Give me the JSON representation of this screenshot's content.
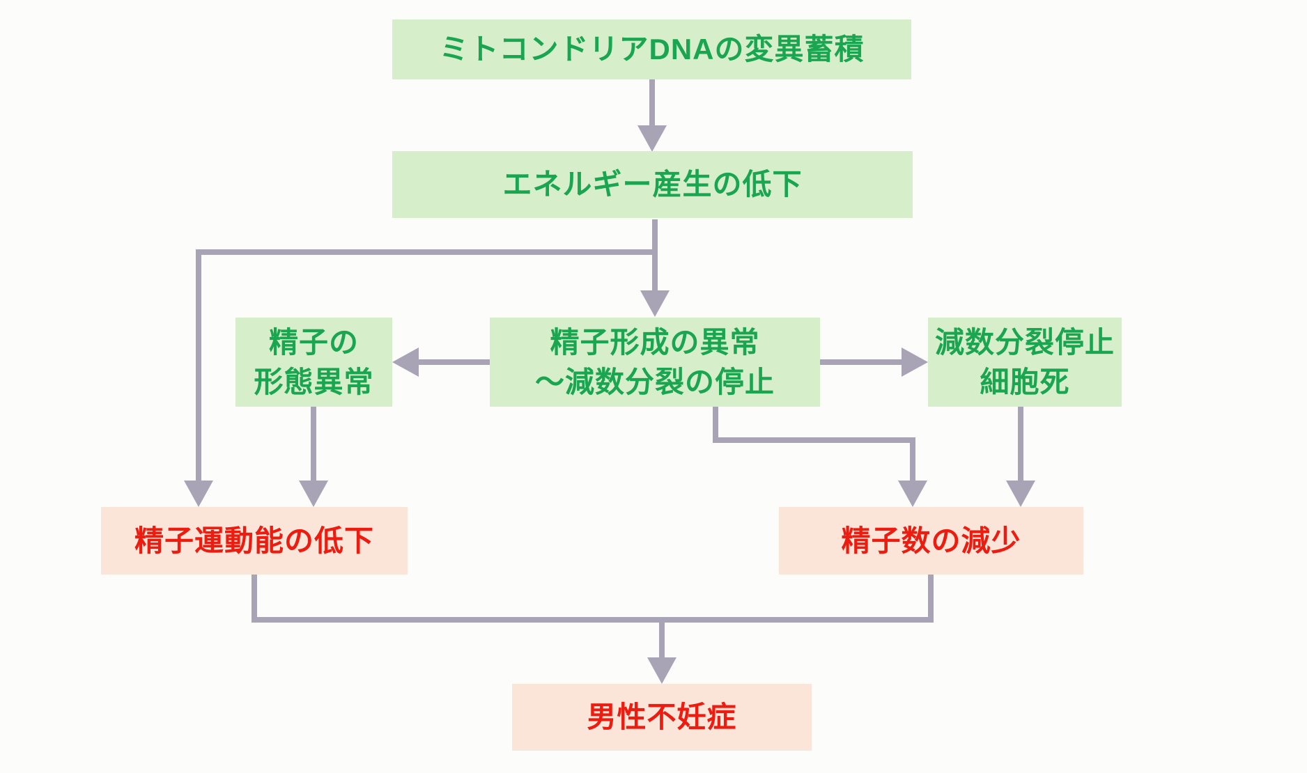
{
  "diagram": {
    "language": "ja",
    "nodes": [
      {
        "id": "mtdna-mutation",
        "kind": "cause",
        "lines": [
          "ミトコンドリアDNAの変異蓄積"
        ]
      },
      {
        "id": "energy-decline",
        "kind": "cause",
        "lines": [
          "エネルギー産生の低下"
        ]
      },
      {
        "id": "sperm-morphology-abnormality",
        "kind": "cause",
        "lines": [
          "精子の",
          "形態異常"
        ]
      },
      {
        "id": "spermatogenesis-abnormality",
        "kind": "cause",
        "lines": [
          "精子形成の異常",
          "～減数分裂の停止"
        ]
      },
      {
        "id": "meiosis-arrest-cell-death",
        "kind": "cause",
        "lines": [
          "減数分裂停止",
          "細胞死"
        ]
      },
      {
        "id": "sperm-motility-decline",
        "kind": "outcome",
        "lines": [
          "精子運動能の低下"
        ]
      },
      {
        "id": "sperm-count-decline",
        "kind": "outcome",
        "lines": [
          "精子数の減少"
        ]
      },
      {
        "id": "male-infertility",
        "kind": "outcome",
        "lines": [
          "男性不妊症"
        ]
      }
    ],
    "edges": [
      {
        "from": "mtdna-mutation",
        "to": "energy-decline"
      },
      {
        "from": "energy-decline",
        "to": "spermatogenesis-abnormality"
      },
      {
        "from": "energy-decline",
        "to": "sperm-motility-decline"
      },
      {
        "from": "spermatogenesis-abnormality",
        "to": "sperm-morphology-abnormality"
      },
      {
        "from": "spermatogenesis-abnormality",
        "to": "meiosis-arrest-cell-death"
      },
      {
        "from": "sperm-morphology-abnormality",
        "to": "sperm-motility-decline"
      },
      {
        "from": "spermatogenesis-abnormality",
        "to": "sperm-count-decline"
      },
      {
        "from": "meiosis-arrest-cell-death",
        "to": "sperm-count-decline"
      },
      {
        "from": "sperm-motility-decline",
        "to": "male-infertility"
      },
      {
        "from": "sperm-count-decline",
        "to": "male-infertility"
      }
    ],
    "colors": {
      "cause_bg": "#d7eecb",
      "cause_text": "#1aa550",
      "outcome_bg": "#fbe4d8",
      "outcome_text": "#ec1c10",
      "arrow": "#a8a4b6",
      "background": "#fcfcfa"
    }
  }
}
